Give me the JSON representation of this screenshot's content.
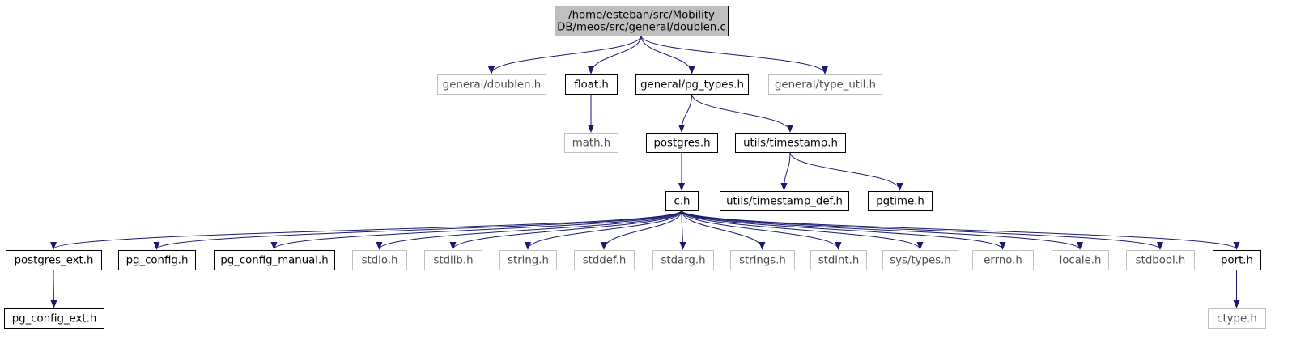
{
  "title": "",
  "colors": {
    "edge": "#191970",
    "root_fill": "#bfbfbf",
    "node_border": "#000000",
    "missing_border": "#bfbfbf",
    "text": "#000000",
    "missing_text": "#4d4d4d",
    "background": "#ffffff"
  },
  "nodes": [
    {
      "id": "root",
      "lines": [
        "/home/esteban/src/Mobility",
        "DB/meos/src/general/doublen.c"
      ],
      "kind": "root"
    },
    {
      "id": "doublen_h",
      "lines": [
        "general/doublen.h"
      ],
      "kind": "missing"
    },
    {
      "id": "float_h",
      "lines": [
        "float.h"
      ],
      "kind": "normal"
    },
    {
      "id": "pg_types_h",
      "lines": [
        "general/pg_types.h"
      ],
      "kind": "normal"
    },
    {
      "id": "type_util_h",
      "lines": [
        "general/type_util.h"
      ],
      "kind": "missing"
    },
    {
      "id": "math_h",
      "lines": [
        "math.h"
      ],
      "kind": "missing"
    },
    {
      "id": "postgres_h",
      "lines": [
        "postgres.h"
      ],
      "kind": "normal"
    },
    {
      "id": "timestamp_h",
      "lines": [
        "utils/timestamp.h"
      ],
      "kind": "normal"
    },
    {
      "id": "c_h",
      "lines": [
        "c.h"
      ],
      "kind": "normal"
    },
    {
      "id": "timestamp_def_h",
      "lines": [
        "utils/timestamp_def.h"
      ],
      "kind": "normal"
    },
    {
      "id": "pgtime_h",
      "lines": [
        "pgtime.h"
      ],
      "kind": "normal"
    },
    {
      "id": "postgres_ext_h",
      "lines": [
        "postgres_ext.h"
      ],
      "kind": "normal"
    },
    {
      "id": "pg_config_h",
      "lines": [
        "pg_config.h"
      ],
      "kind": "normal"
    },
    {
      "id": "pg_config_manual_h",
      "lines": [
        "pg_config_manual.h"
      ],
      "kind": "normal"
    },
    {
      "id": "stdio_h",
      "lines": [
        "stdio.h"
      ],
      "kind": "missing"
    },
    {
      "id": "stdlib_h",
      "lines": [
        "stdlib.h"
      ],
      "kind": "missing"
    },
    {
      "id": "string_h",
      "lines": [
        "string.h"
      ],
      "kind": "missing"
    },
    {
      "id": "stddef_h",
      "lines": [
        "stddef.h"
      ],
      "kind": "missing"
    },
    {
      "id": "stdarg_h",
      "lines": [
        "stdarg.h"
      ],
      "kind": "missing"
    },
    {
      "id": "strings_h",
      "lines": [
        "strings.h"
      ],
      "kind": "missing"
    },
    {
      "id": "stdint_h",
      "lines": [
        "stdint.h"
      ],
      "kind": "missing"
    },
    {
      "id": "sys_types_h",
      "lines": [
        "sys/types.h"
      ],
      "kind": "missing"
    },
    {
      "id": "errno_h",
      "lines": [
        "errno.h"
      ],
      "kind": "missing"
    },
    {
      "id": "locale_h",
      "lines": [
        "locale.h"
      ],
      "kind": "missing"
    },
    {
      "id": "stdbool_h",
      "lines": [
        "stdbool.h"
      ],
      "kind": "missing"
    },
    {
      "id": "port_h",
      "lines": [
        "port.h"
      ],
      "kind": "normal"
    },
    {
      "id": "pg_config_ext_h",
      "lines": [
        "pg_config_ext.h"
      ],
      "kind": "normal"
    },
    {
      "id": "ctype_h",
      "lines": [
        "ctype.h"
      ],
      "kind": "missing"
    }
  ],
  "edges": [
    [
      "root",
      "doublen_h"
    ],
    [
      "root",
      "float_h"
    ],
    [
      "root",
      "pg_types_h"
    ],
    [
      "root",
      "type_util_h"
    ],
    [
      "float_h",
      "math_h"
    ],
    [
      "pg_types_h",
      "postgres_h"
    ],
    [
      "pg_types_h",
      "timestamp_h"
    ],
    [
      "postgres_h",
      "c_h"
    ],
    [
      "timestamp_h",
      "timestamp_def_h"
    ],
    [
      "timestamp_h",
      "pgtime_h"
    ],
    [
      "c_h",
      "postgres_ext_h"
    ],
    [
      "c_h",
      "pg_config_h"
    ],
    [
      "c_h",
      "pg_config_manual_h"
    ],
    [
      "c_h",
      "stdio_h"
    ],
    [
      "c_h",
      "stdlib_h"
    ],
    [
      "c_h",
      "string_h"
    ],
    [
      "c_h",
      "stddef_h"
    ],
    [
      "c_h",
      "stdarg_h"
    ],
    [
      "c_h",
      "strings_h"
    ],
    [
      "c_h",
      "stdint_h"
    ],
    [
      "c_h",
      "sys_types_h"
    ],
    [
      "c_h",
      "errno_h"
    ],
    [
      "c_h",
      "locale_h"
    ],
    [
      "c_h",
      "stdbool_h"
    ],
    [
      "c_h",
      "port_h"
    ],
    [
      "postgres_ext_h",
      "pg_config_ext_h"
    ],
    [
      "port_h",
      "ctype_h"
    ]
  ]
}
